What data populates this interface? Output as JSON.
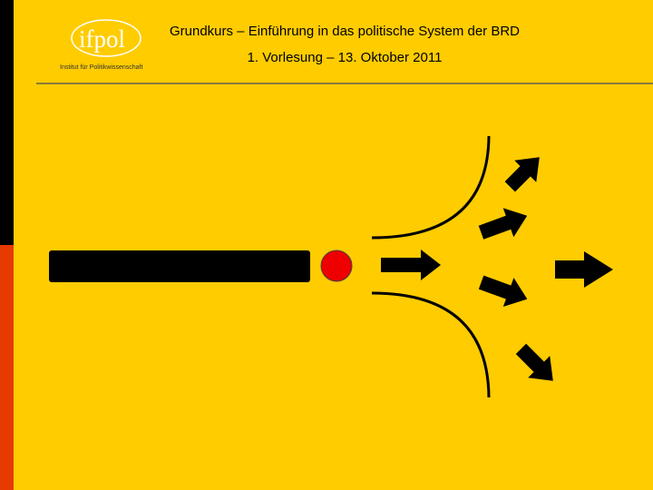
{
  "header": {
    "logo_text": "ifpol",
    "logo_subtitle": "Institut für Politikwissenschaft",
    "title_line1": "Grundkurs – Einführung in das politische System der BRD",
    "title_line2": "1. Vorlesung – 13. Oktober 2011"
  },
  "colors": {
    "background": "#FFCC00",
    "sidebar_top": "#000000",
    "sidebar_bottom": "#E63A00",
    "dot": "#EE0000"
  }
}
